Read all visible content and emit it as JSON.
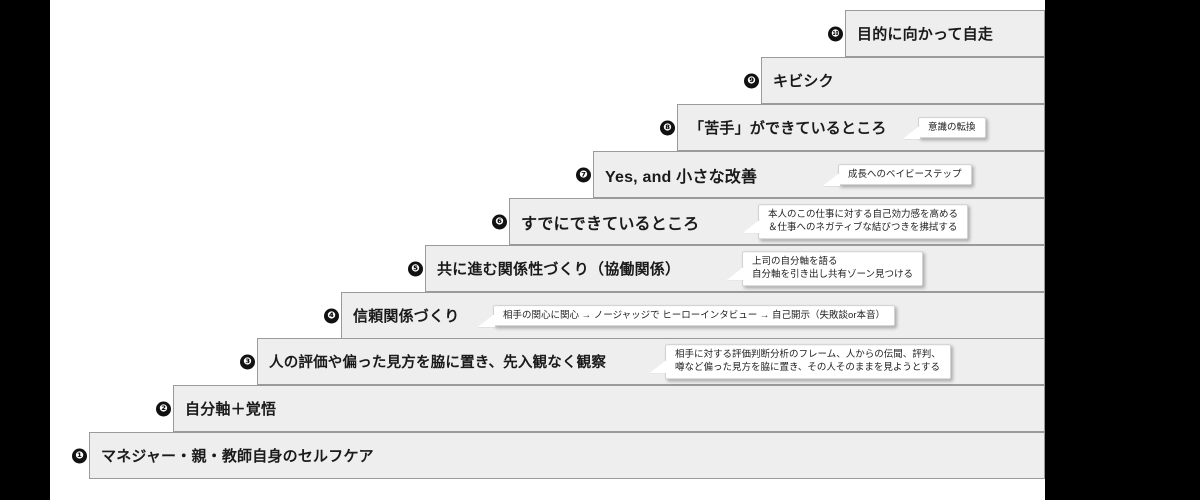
{
  "diagram": {
    "title": "10-step staircase diagram",
    "orientation": "ascending-right",
    "box_fill": "#eeeeee",
    "box_border": "#9a9a9a",
    "bullet_color": "#111111",
    "callout_bg": "#ffffff",
    "background": "#ffffff",
    "side_bar_color": "#000000",
    "steps": [
      {
        "num": "❶",
        "label": "マネジャー・親・教師自身のセルフケア",
        "callout": []
      },
      {
        "num": "❷",
        "label": "自分軸＋覚悟",
        "callout": []
      },
      {
        "num": "❸",
        "label": "人の評価や偏った見方を脇に置き、先入観なく観察",
        "callout": [
          "相手に対する評価判断分析のフレーム、人からの伝聞、評判、",
          "噂など偏った見方を脇に置き、その人そのままを見ようとする"
        ]
      },
      {
        "num": "❹",
        "label": "信頼関係づくり",
        "callout": [
          "相手の関心に関心 → ノージャッジで ヒーローインタビュー → 自己開示（失敗談or本音）"
        ]
      },
      {
        "num": "❺",
        "label": "共に進む関係性づくり（協働関係）",
        "callout": [
          "上司の自分軸を語る",
          "自分軸を引き出し共有ゾーン見つける"
        ]
      },
      {
        "num": "❻",
        "label": "すでにできているところ",
        "callout": [
          "本人のこの仕事に対する自己効力感を高める",
          "＆仕事へのネガティブな結びつきを拂拭する"
        ]
      },
      {
        "num": "❼",
        "label": "Yes, and 小さな改善",
        "callout": [
          "成長へのベイビーステップ"
        ]
      },
      {
        "num": "❽",
        "label": "「苦手」ができているところ",
        "callout": [
          "意識の転換"
        ]
      },
      {
        "num": "❾",
        "label": "キビシク",
        "callout": []
      },
      {
        "num": "❿",
        "label": "目的に向かって自走",
        "callout": []
      }
    ]
  }
}
